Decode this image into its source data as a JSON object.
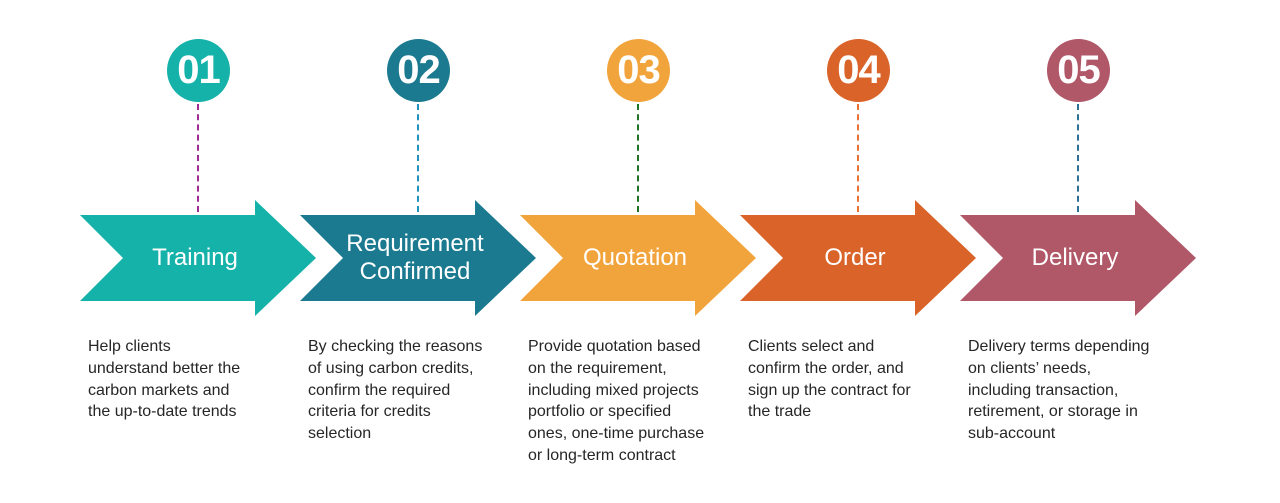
{
  "diagram": {
    "background_color": "#ffffff",
    "description_text_color": "#262626",
    "type": "horizontal-process-flow",
    "step_count": 5
  },
  "steps": [
    {
      "number": "01",
      "title": "Training",
      "description_lines": [
        "Help clients",
        "understand better the",
        "carbon markets and",
        "the up-to-date trends"
      ],
      "accent_color": "#15B2AA",
      "dash_color": "#A02B93"
    },
    {
      "number": "02",
      "title": "Requirement Confirmed",
      "description_lines": [
        "By checking the reasons",
        "of using carbon credits,",
        "confirm the required",
        "criteria for credits",
        "selection"
      ],
      "accent_color": "#1B7A8F",
      "dash_color": "#2191BE"
    },
    {
      "number": "03",
      "title": "Quotation",
      "description_lines": [
        "Provide quotation based",
        "on the requirement,",
        "including mixed projects",
        "portfolio or specified",
        "ones, one-time purchase",
        "or long-term contract"
      ],
      "accent_color": "#F2A43C",
      "dash_color": "#1E7125"
    },
    {
      "number": "04",
      "title": "Order",
      "description_lines": [
        "Clients select and",
        "confirm the order, and",
        "sign up the contract for",
        "the trade"
      ],
      "accent_color": "#D96328",
      "dash_color": "#E97132"
    },
    {
      "number": "05",
      "title": "Delivery",
      "description_lines": [
        "Delivery terms depending",
        "on clients’ needs,",
        "including transaction,",
        "retirement, or storage in",
        "sub-account"
      ],
      "accent_color": "#B05768",
      "dash_color": "#2E6F95"
    }
  ]
}
